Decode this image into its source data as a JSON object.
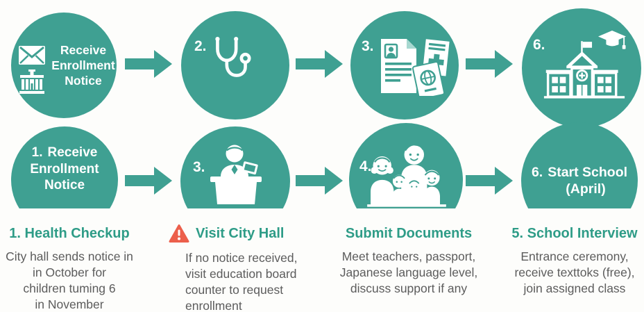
{
  "colors": {
    "teal": "#3FA092",
    "heading": "#2E9C87",
    "body_text": "#5C5C5C",
    "warning": "#EC5F4B"
  },
  "flow": {
    "row1": [
      {
        "number": "",
        "lines": [
          "Receive",
          "Enrollment",
          "Notice"
        ],
        "icons": [
          "envelope-icon",
          "city-hall-icon"
        ]
      },
      {
        "number": "2.",
        "icons": [
          "stethoscope-icon"
        ]
      },
      {
        "number": "3.",
        "icons": [
          "documents-icon",
          "passport-icon",
          "health-card-icon"
        ]
      },
      {
        "number": "6.",
        "icons": [
          "school-icon",
          "graduation-cap-icon"
        ]
      }
    ],
    "row2": [
      {
        "number": "1.",
        "lines": [
          "Receive",
          "Enrollment",
          "Notice"
        ]
      },
      {
        "number": "3.",
        "icons": [
          "clerk-desk-icon"
        ]
      },
      {
        "number": "4.",
        "icons": [
          "family-icon"
        ]
      },
      {
        "number": "6.",
        "lines": [
          "Start School",
          "(April)"
        ]
      }
    ]
  },
  "steps": [
    {
      "title": "1. Health Checkup",
      "lines": [
        "City hall sends notice in",
        "in October for",
        "children tuming 6",
        "in November"
      ]
    },
    {
      "title": "Visit City Hall",
      "icon": "warning-icon",
      "lines": [
        "If no notice received,",
        "visit education board",
        "counter to request",
        "enrollment"
      ]
    },
    {
      "title": "Submit Documents",
      "lines": [
        "Meet teachers, passport,",
        "Japanese language level,",
        "discuss support if any"
      ]
    },
    {
      "title": "5. School Interview",
      "lines": [
        "Entrance ceremony,",
        "receive texttoks (free),",
        "join assigned class"
      ]
    }
  ]
}
